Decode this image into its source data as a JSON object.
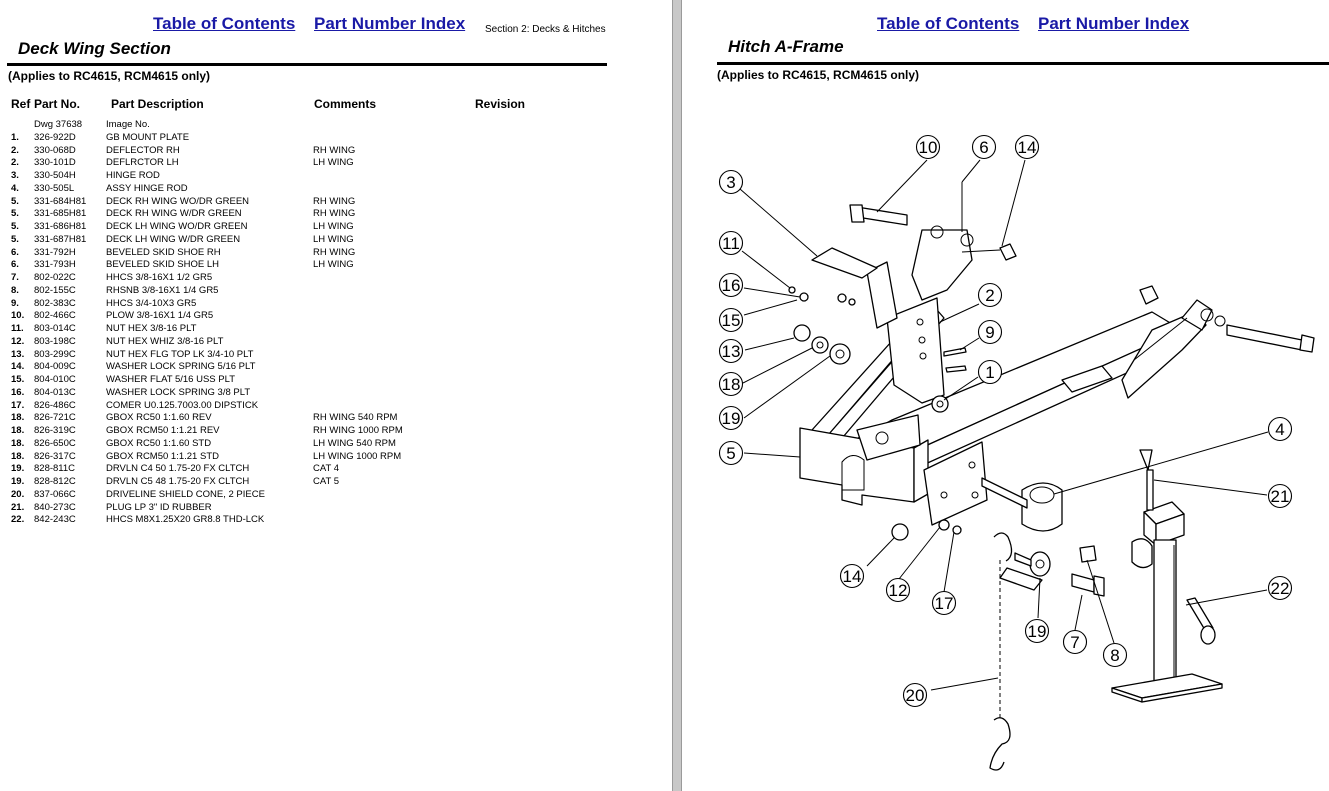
{
  "left": {
    "nav": {
      "toc": "Table of Contents",
      "index": "Part Number Index"
    },
    "section_tag": "Section 2: Decks & Hitches",
    "title": "Deck Wing Section",
    "applies": "(Applies to RC4615, RCM4615 only)",
    "columns": {
      "ref": "Ref",
      "part_no": "Part No.",
      "desc": "Part Description",
      "comments": "Comments",
      "revision": "Revision"
    },
    "rows": [
      {
        "ref": "",
        "pn": "Dwg 37638",
        "desc": "Image No.",
        "comment": ""
      },
      {
        "ref": "1.",
        "pn": "326-922D",
        "desc": "GB MOUNT PLATE",
        "comment": ""
      },
      {
        "ref": "2.",
        "pn": "330-068D",
        "desc": "DEFLECTOR RH",
        "comment": "RH WING"
      },
      {
        "ref": "2.",
        "pn": "330-101D",
        "desc": "DEFLRCTOR LH",
        "comment": "LH WING"
      },
      {
        "ref": "3.",
        "pn": "330-504H",
        "desc": "HINGE ROD",
        "comment": ""
      },
      {
        "ref": "4.",
        "pn": "330-505L",
        "desc": "ASSY HINGE ROD",
        "comment": ""
      },
      {
        "ref": "5.",
        "pn": "331-684H81",
        "desc": "DECK RH WING WO/DR GREEN",
        "comment": "RH WING"
      },
      {
        "ref": "5.",
        "pn": "331-685H81",
        "desc": "DECK RH WING W/DR GREEN",
        "comment": "RH WING"
      },
      {
        "ref": "5.",
        "pn": "331-686H81",
        "desc": "DECK LH WING WO/DR GREEN",
        "comment": "LH WING"
      },
      {
        "ref": "5.",
        "pn": "331-687H81",
        "desc": "DECK LH WING W/DR GREEN",
        "comment": "LH WING"
      },
      {
        "ref": "6.",
        "pn": "331-792H",
        "desc": "BEVELED SKID SHOE RH",
        "comment": "RH WING"
      },
      {
        "ref": "6.",
        "pn": "331-793H",
        "desc": "BEVELED SKID SHOE LH",
        "comment": "LH WING"
      },
      {
        "ref": "7.",
        "pn": "802-022C",
        "desc": "HHCS 3/8-16X1 1/2 GR5",
        "comment": ""
      },
      {
        "ref": "8.",
        "pn": "802-155C",
        "desc": "RHSNB 3/8-16X1 1/4 GR5",
        "comment": ""
      },
      {
        "ref": "9.",
        "pn": "802-383C",
        "desc": "HHCS 3/4-10X3 GR5",
        "comment": ""
      },
      {
        "ref": "10.",
        "pn": "802-466C",
        "desc": "PLOW 3/8-16X1 1/4 GR5",
        "comment": ""
      },
      {
        "ref": "11.",
        "pn": "803-014C",
        "desc": "NUT HEX 3/8-16 PLT",
        "comment": ""
      },
      {
        "ref": "12.",
        "pn": "803-198C",
        "desc": "NUT HEX WHIZ 3/8-16 PLT",
        "comment": ""
      },
      {
        "ref": "13.",
        "pn": "803-299C",
        "desc": "NUT HEX FLG TOP LK 3/4-10 PLT",
        "comment": ""
      },
      {
        "ref": "14.",
        "pn": "804-009C",
        "desc": "WASHER LOCK SPRING 5/16 PLT",
        "comment": ""
      },
      {
        "ref": "15.",
        "pn": "804-010C",
        "desc": "WASHER FLAT 5/16 USS PLT",
        "comment": ""
      },
      {
        "ref": "16.",
        "pn": "804-013C",
        "desc": "WASHER LOCK SPRING 3/8 PLT",
        "comment": ""
      },
      {
        "ref": "17.",
        "pn": "826-486C",
        "desc": "COMER U0.125.7003.00 DIPSTICK",
        "comment": ""
      },
      {
        "ref": "18.",
        "pn": "826-721C",
        "desc": "GBOX RC50 1:1.60 REV",
        "comment": "RH WING 540 RPM"
      },
      {
        "ref": "18.",
        "pn": "826-319C",
        "desc": "GBOX RCM50 1:1.21 REV",
        "comment": "RH WING 1000 RPM"
      },
      {
        "ref": "18.",
        "pn": "826-650C",
        "desc": "GBOX RC50 1:1.60 STD",
        "comment": "LH WING 540 RPM"
      },
      {
        "ref": "18.",
        "pn": "826-317C",
        "desc": "GBOX RCM50 1:1.21 STD",
        "comment": "LH WING 1000 RPM"
      },
      {
        "ref": "19.",
        "pn": "828-811C",
        "desc": "DRVLN C4 50 1.75-20 FX CLTCH",
        "comment": "CAT 4"
      },
      {
        "ref": "19.",
        "pn": "828-812C",
        "desc": "DRVLN C5 48 1.75-20 FX CLTCH",
        "comment": "CAT 5"
      },
      {
        "ref": "20.",
        "pn": "837-066C",
        "desc": "DRIVELINE SHIELD CONE, 2 PIECE",
        "comment": ""
      },
      {
        "ref": "21.",
        "pn": "840-273C",
        "desc": "PLUG LP 3\" ID RUBBER",
        "comment": ""
      },
      {
        "ref": "22.",
        "pn": "842-243C",
        "desc": "HHCS M8X1.25X20 GR8.8 THD-LCK",
        "comment": ""
      }
    ]
  },
  "right": {
    "nav": {
      "toc": "Table of Contents",
      "index": "Part Number Index"
    },
    "title": "Hitch A-Frame",
    "applies": "(Applies to RC4615, RCM4615 only)",
    "callouts": [
      "10",
      "6",
      "14",
      "3",
      "11",
      "16",
      "15",
      "2",
      "9",
      "13",
      "18",
      "1",
      "19",
      "5",
      "4",
      "21",
      "14",
      "12",
      "17",
      "19",
      "7",
      "8",
      "22",
      "20"
    ]
  },
  "colors": {
    "link": "#1a1aa6",
    "divider": "#c8c8c8"
  }
}
